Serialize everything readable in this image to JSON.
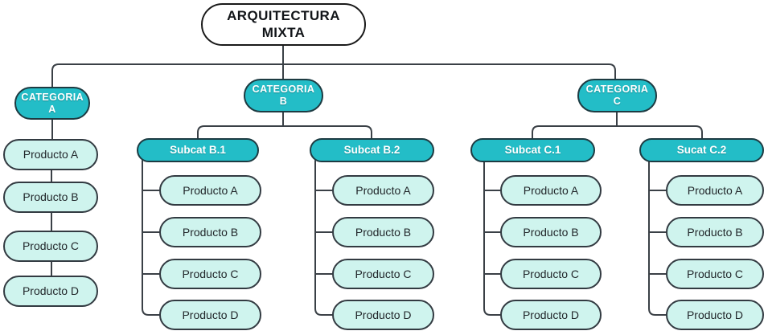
{
  "diagram": {
    "title": "ARQUITECTURA MIXTA",
    "root": {
      "label": "ARQUITECTURA MIXTA"
    },
    "categories": [
      {
        "label": "CATEGORIA A",
        "products": [
          "Producto A",
          "Producto B",
          "Producto C",
          "Producto D"
        ]
      },
      {
        "label": "CATEGORIA B",
        "subcategories": [
          {
            "label": "Subcat B.1",
            "products": [
              "Producto A",
              "Producto B",
              "Producto C",
              "Producto D"
            ]
          },
          {
            "label": "Subcat B.2",
            "products": [
              "Producto A",
              "Producto B",
              "Producto C",
              "Producto D"
            ]
          }
        ]
      },
      {
        "label": "CATEGORIA C",
        "subcategories": [
          {
            "label": "Subcat C.1",
            "products": [
              "Producto A",
              "Producto B",
              "Producto C",
              "Producto D"
            ]
          },
          {
            "label": "Sucat C.2",
            "products": [
              "Producto A",
              "Producto B",
              "Producto C",
              "Producto D"
            ]
          }
        ]
      }
    ],
    "colors": {
      "node_teal": "#23BDC7",
      "node_mint": "#CFF4EE",
      "root_fill": "#FFFFFF",
      "connector": "#3A4046"
    }
  }
}
